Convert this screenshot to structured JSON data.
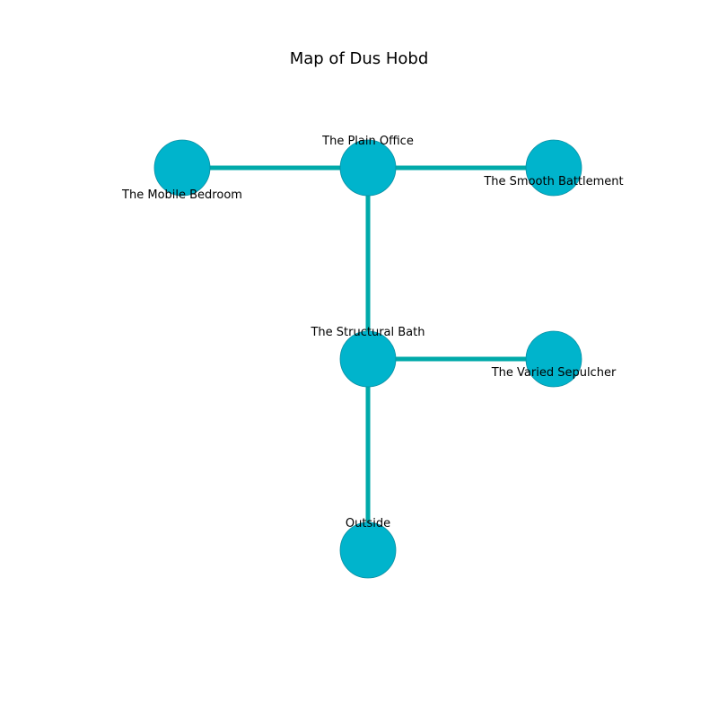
{
  "title": "Map of Dus Hobd",
  "colors": {
    "node_fill": "#00b4cc",
    "node_stroke": "#0a8fa3",
    "edge": "#00aaaa",
    "label": "#000000"
  },
  "rooms": [
    {
      "id": "plain-office",
      "name": "The Plain Office"
    },
    {
      "id": "mobile-bedroom",
      "name": "The Mobile Bedroom"
    },
    {
      "id": "smooth-battlement",
      "name": "The Smooth Battlement"
    },
    {
      "id": "structural-bath",
      "name": "The Structural Bath"
    },
    {
      "id": "varied-sepulcher",
      "name": "The Varied Sepulcher"
    },
    {
      "id": "outside",
      "name": "Outside"
    }
  ],
  "connections": [
    {
      "from": "mobile-bedroom",
      "to": "plain-office"
    },
    {
      "from": "plain-office",
      "to": "smooth-battlement"
    },
    {
      "from": "plain-office",
      "to": "structural-bath"
    },
    {
      "from": "structural-bath",
      "to": "varied-sepulcher"
    },
    {
      "from": "structural-bath",
      "to": "outside"
    }
  ]
}
